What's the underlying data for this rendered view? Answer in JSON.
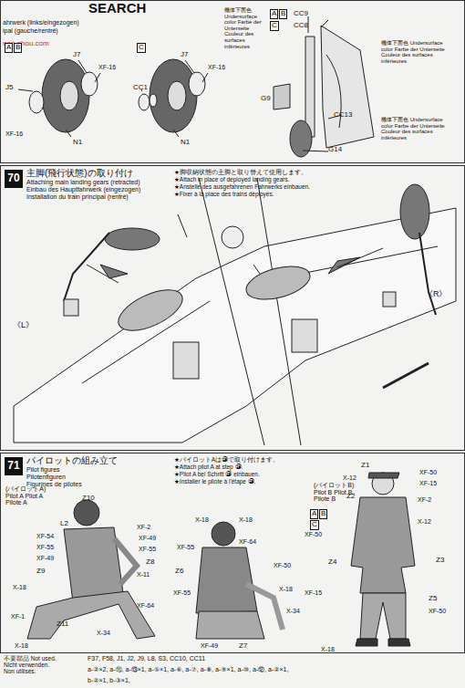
{
  "diagram": {
    "nodes": [
      {
        "text": [
          "SEARCH",
          "ahrwerk (links/eingezogen)",
          "ipal (gauche/rentré)"
        ]
      },
      {
        "text": [
          "主脚(飛行状態)の取り付け",
          "Attaching main landing gears (retracted)",
          "Einbau des Hauptfahrwerk (eingezogen)",
          "Installation du train principal (rentré)",
          "★脚収納状態の主脚と取り替えて使用します。",
          "★Attach in place of deployed landing gears.",
          "★Anstelle des ausgefahrenen Fahrwerks einbauen.",
          "★Fixer à la place des trains déployés."
        ]
      },
      {
        "text": [
          "70"
        ],
        "in": 1
      },
      {
        "text": [
          "パイロットの組み立て",
          "Pilot figures",
          "Pilotenfiguren",
          "Figurines de pilotes",
          "★パイロットAは㉙で取り付けます。",
          "★Attach pilot A at step ㉙.",
          "★Pilot A bei Schritt ㉙ einbauen.",
          "★Installer le pilote à l'étape ㉙."
        ]
      },
      {
        "text": [
          "71"
        ],
        "in": 3
      }
    ],
    "labels": [
      "nan-shou.com",
      "A",
      "B",
      "J7",
      "J5",
      "XF-16",
      "XF-16",
      "N1",
      "C",
      "J7",
      "CC1",
      "XF-16",
      "N1",
      "A",
      "B",
      "CC9",
      "C",
      "CC8",
      "機体下面色 Undersurface color Farbe der Unterseite Couleur des surfaces inférieures",
      "G9",
      "機体下面色 Undersurface color Farbe der Unterseite Couleur des surfaces inférieures",
      "CC13",
      "機体下面色 Undersurface color Farbe der Unterseite Couleur des surfaces inférieures",
      "G14",
      "《L》",
      "《R》",
      "(パイロットA) Pilot A Pilot A Pilote A",
      "Z10",
      "L2",
      "XF-54",
      "XF-55",
      "XF-49",
      "Z9",
      "X-18",
      "XF-1",
      "XF-2",
      "XF-49",
      "XF-55",
      "Z8",
      "X-11",
      "XF-64",
      "Z11",
      "X-34",
      "X-18",
      "X-18",
      "X-18",
      "XF-55",
      "XF-64",
      "Z6",
      "XF-50",
      "XF-55",
      "X-18",
      "X-34",
      "XF-49",
      "Z7",
      "(パイロットB) Pilot B Pilot B Pilote B",
      "Z1",
      "X-12",
      "XF-50",
      "XF-15",
      "Z2",
      "A",
      "B",
      "XF-2",
      "C",
      "X-12",
      "XF-50",
      "Z4",
      "Z3",
      "XF-15",
      "Z5",
      "XF-50",
      "X-18",
      "不要部品 Not used. Nicht verwenden. Non utilisés.",
      "F37, F58, J1, J2, J9, L8, S3, CC10, CC11",
      "a-②×2, a-⑪, a-⑬×1, a-⑤×1, a-⑥, a-⑦, a-⑧, a-⑨×1, a-⑩, a-⑫, a-②×1,",
      "b-②×1, b-③×1,"
    ]
  }
}
